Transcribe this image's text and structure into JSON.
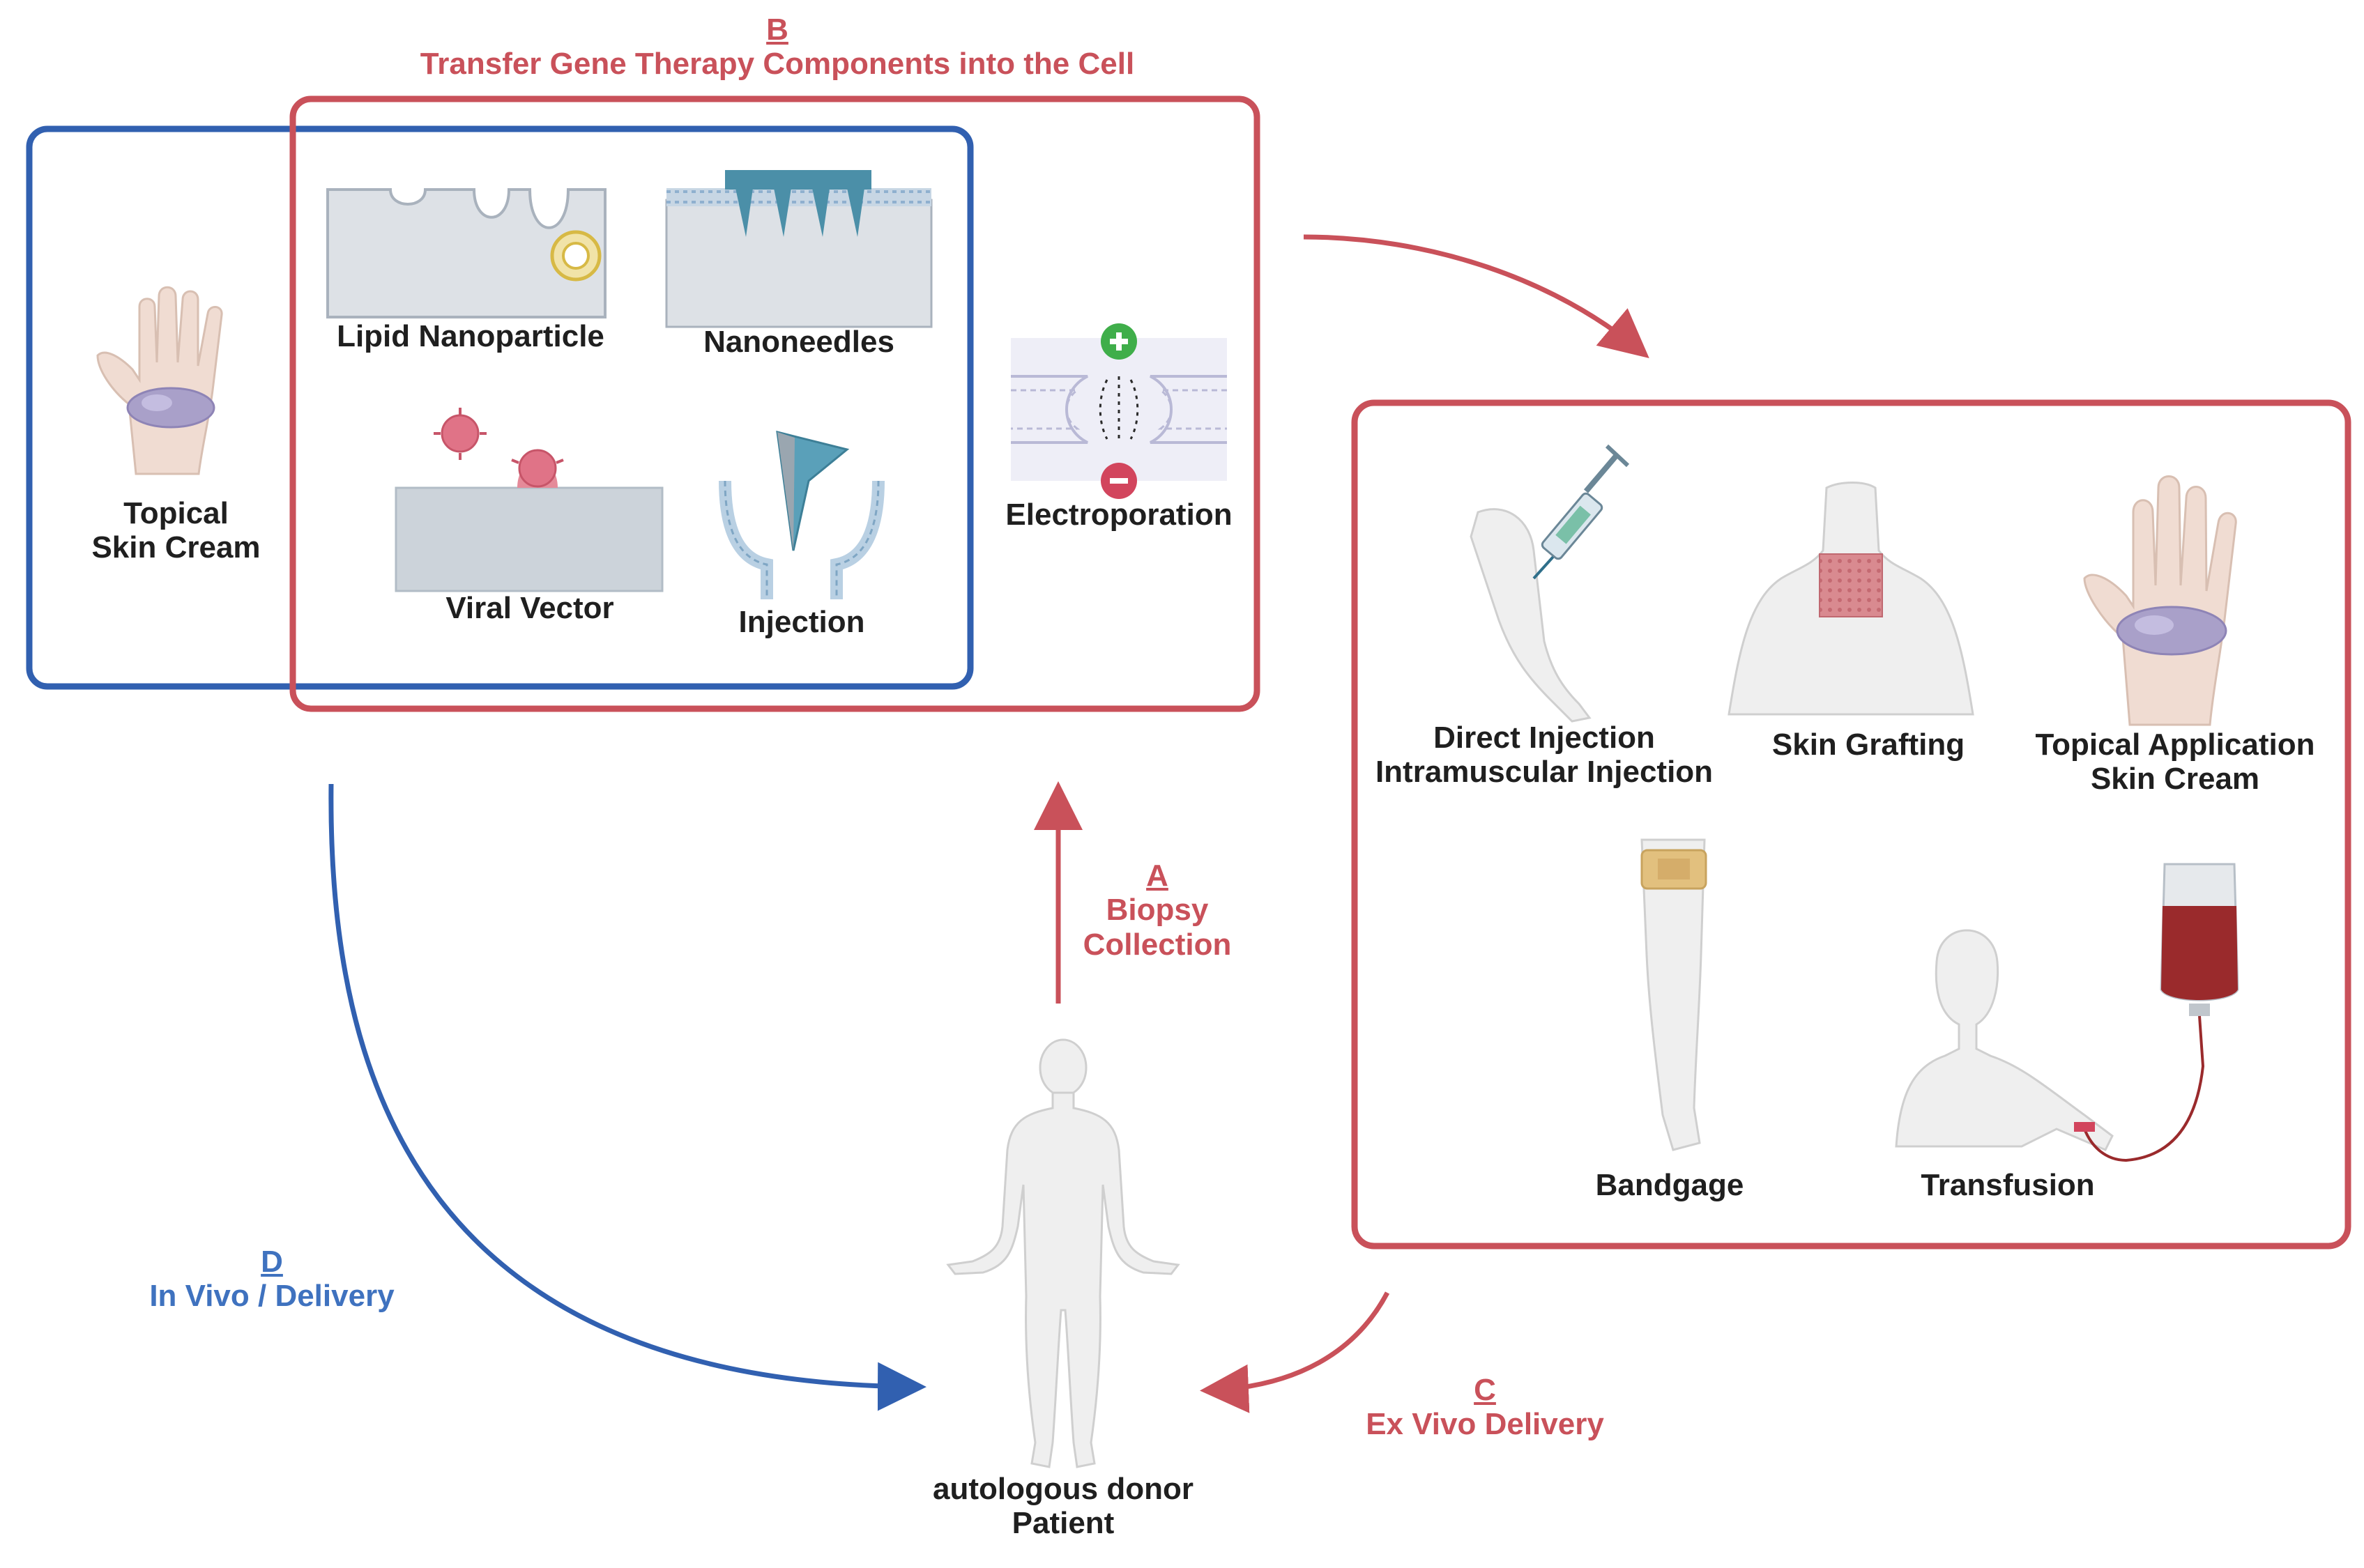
{
  "colors": {
    "red": "#c9515a",
    "blue": "#3160b0",
    "label": "#1f1f1f",
    "skin": "#efefef",
    "cell": "#cfd4da"
  },
  "sectionB": {
    "letter": "B",
    "title": "Transfer Gene Therapy Components into the Cell"
  },
  "leftBox": {
    "line1": "Topical",
    "line2": "Skin Cream"
  },
  "methods": {
    "lipid": "Lipid Nanoparticle",
    "nanoneedles": "Nanoneedles",
    "viral": "Viral Vector",
    "injection": "Injection",
    "electro": "Electroporation"
  },
  "sectionA": {
    "letter": "A",
    "line1": "Biopsy",
    "line2": "Collection"
  },
  "delivery": {
    "direct1": "Direct Injection",
    "direct2": "Intramuscular Injection",
    "graft": "Skin Grafting",
    "topical1": "Topical Application",
    "topical2": "Skin Cream",
    "bandage": "Bandgage",
    "transfusion": "Transfusion"
  },
  "sectionC": {
    "letter": "C",
    "title": "Ex Vivo Delivery"
  },
  "sectionD": {
    "letter": "D",
    "title": "In Vivo / Delivery"
  },
  "patient": {
    "line1": "autologous donor",
    "line2": "Patient"
  }
}
